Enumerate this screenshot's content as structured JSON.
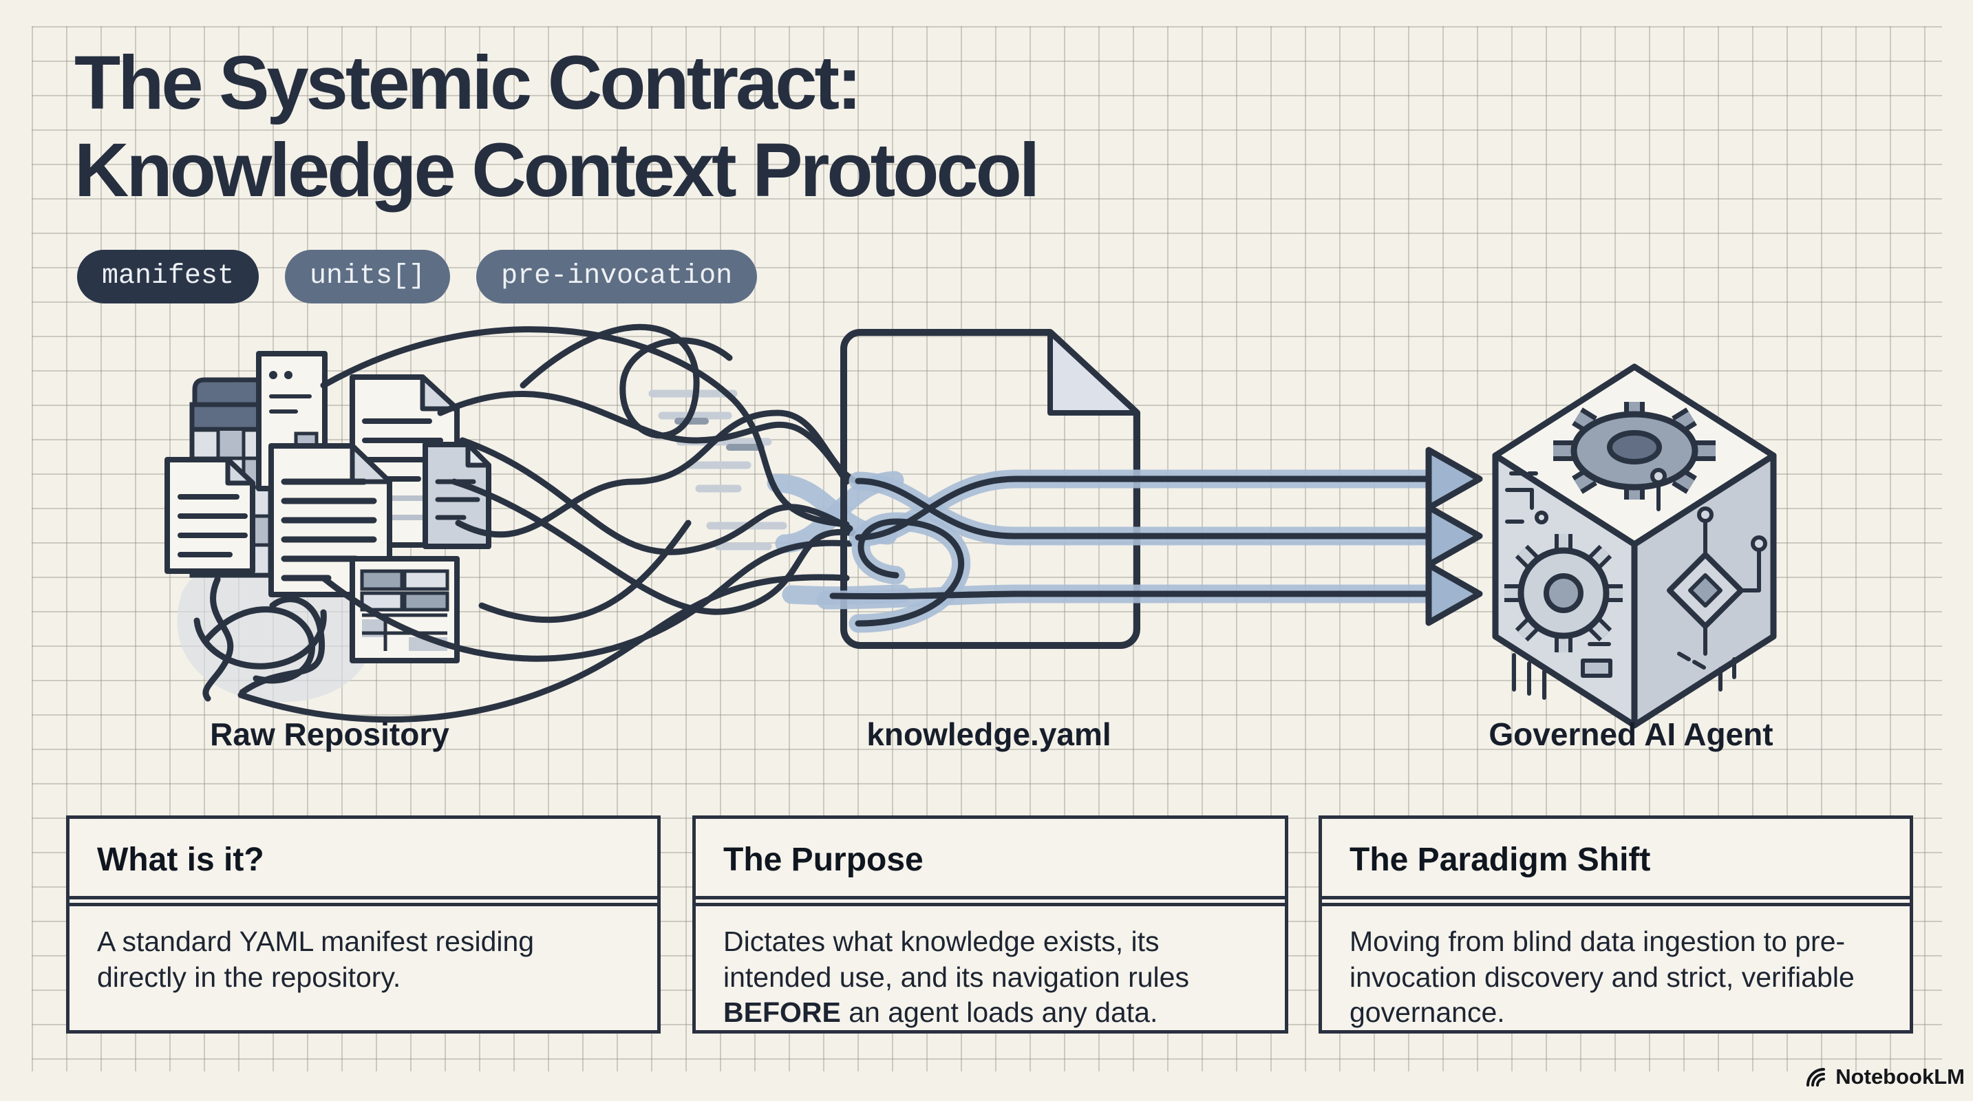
{
  "title": {
    "line1": "The Systemic Contract:",
    "line2": "Knowledge Context Protocol"
  },
  "tags": [
    {
      "label": "manifest",
      "variant": "dark"
    },
    {
      "label": "units[]",
      "variant": "slate"
    },
    {
      "label": "pre-invocation",
      "variant": "slate"
    }
  ],
  "diagram": {
    "raw_repository": {
      "label": "Raw Repository",
      "icons": [
        "folder-icon",
        "spreadsheet-icon",
        "document-icon",
        "scribble-icon"
      ]
    },
    "knowledge_yaml": {
      "label": "knowledge.yaml",
      "icons": [
        "yaml-file-icon",
        "folded-corner-icon",
        "flow-arrow-icon"
      ]
    },
    "governed_agent": {
      "label": "Governed AI Agent",
      "icons": [
        "ai-cube-icon",
        "gear-icon",
        "circuit-icon",
        "chip-icon"
      ]
    }
  },
  "cards": [
    {
      "title": "What is it?",
      "body_pre": "A standard YAML manifest residing directly in the repository.",
      "body_bold": "",
      "body_post": ""
    },
    {
      "title": "The Purpose",
      "body_pre": "Dictates what knowledge exists, its intended use, and its navigation rules ",
      "body_bold": "BEFORE",
      "body_post": " an agent loads any data."
    },
    {
      "title": "The Paradigm Shift",
      "body_pre": "Moving from blind data ingestion to pre-invocation discovery and strict, verifiable governance.",
      "body_bold": "",
      "body_post": ""
    }
  ],
  "watermark": {
    "label": "NotebookLM"
  },
  "colors": {
    "background": "#f4f1e9",
    "ink": "#2a3342",
    "tag_dark": "#2a3548",
    "tag_slate": "#5e6e85",
    "stream_band": "#a9bdd6",
    "arrow_fill": "#9fb5cf"
  }
}
